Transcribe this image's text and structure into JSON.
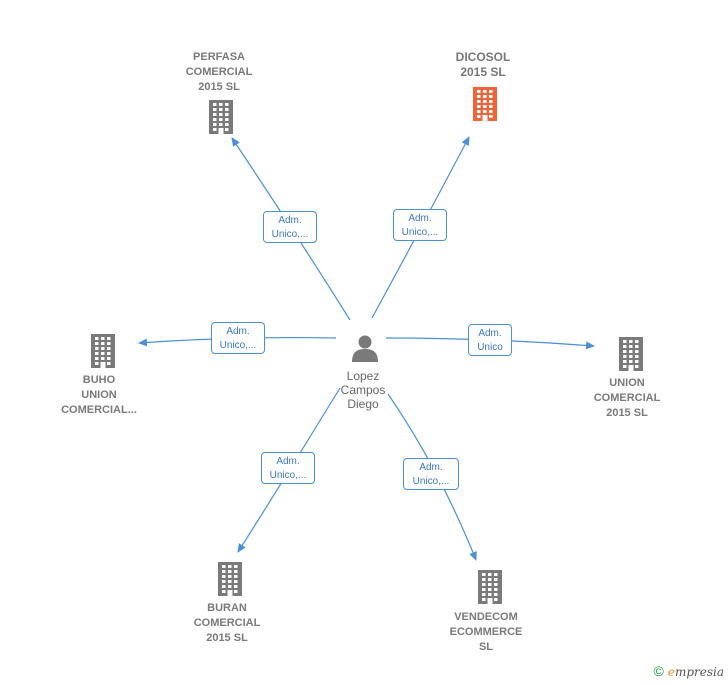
{
  "center": {
    "name": "Lopez\nCampos\nDiego",
    "icon": "person-icon"
  },
  "nodes": [
    {
      "id": "perfasa",
      "label": "PERFASA\nCOMERCIAL\n2015  SL",
      "highlight": false
    },
    {
      "id": "dicosol",
      "label": "DICOSOL\n2015  SL",
      "highlight": true
    },
    {
      "id": "buho",
      "label": "BUHO\nUNION\nCOMERCIAL...",
      "highlight": false
    },
    {
      "id": "union",
      "label": "UNION\nCOMERCIAL\n2015  SL",
      "highlight": false
    },
    {
      "id": "buran",
      "label": "BURAN\nCOMERCIAL\n2015  SL",
      "highlight": false
    },
    {
      "id": "vendecom",
      "label": "VENDECOM\nECOMMERCE\nSL",
      "highlight": false
    }
  ],
  "edges": [
    {
      "to": "perfasa",
      "label": "Adm.\nUnico,..."
    },
    {
      "to": "dicosol",
      "label": "Adm.\nUnico,..."
    },
    {
      "to": "buho",
      "label": "Adm.\nUnico,..."
    },
    {
      "to": "union",
      "label": "Adm.\nUnico"
    },
    {
      "to": "buran",
      "label": "Adm.\nUnico,..."
    },
    {
      "to": "vendecom",
      "label": "Adm.\nUnico,..."
    }
  ],
  "colors": {
    "edge": "#4a90d9",
    "building": "#7a7a7a",
    "highlight_building": "#f0643a",
    "person": "#7a7a7a"
  },
  "footer": {
    "copyright": "©",
    "brand": "mpresia",
    "brand_initial": "e"
  }
}
